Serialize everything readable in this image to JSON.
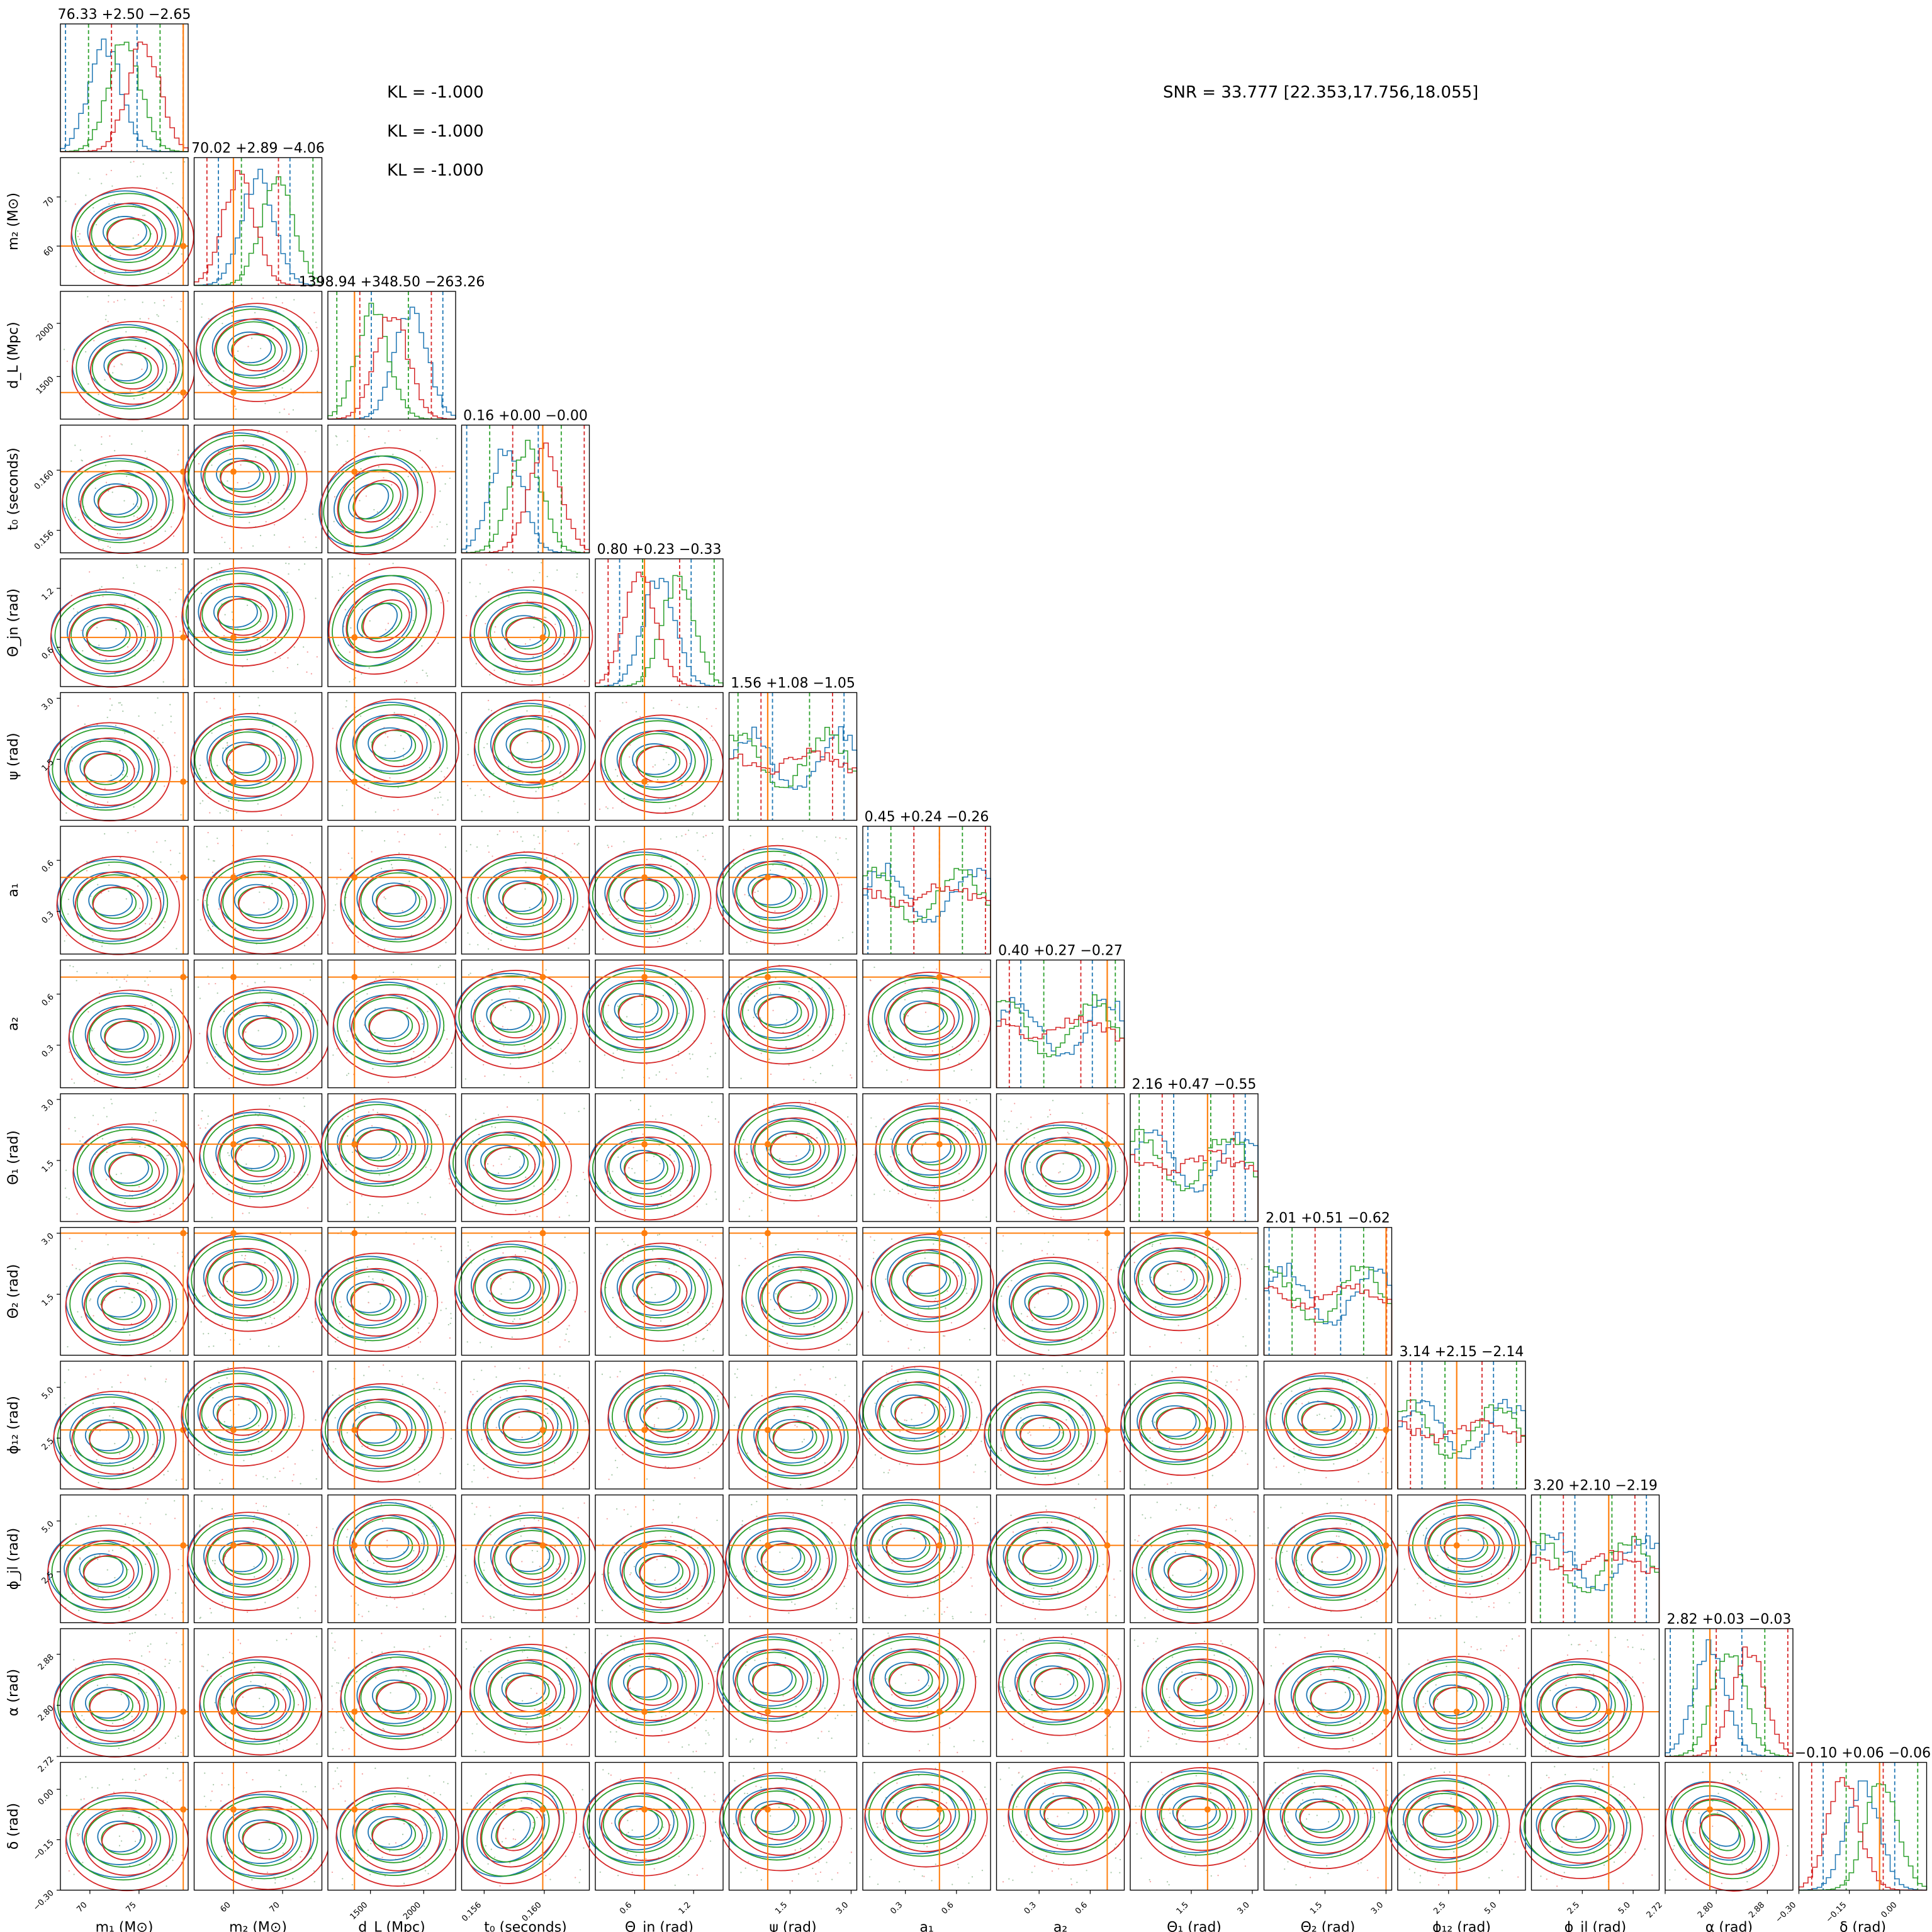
{
  "annotations": {
    "kl": [
      "KL = -1.000",
      "KL = -1.000",
      "KL = -1.000"
    ],
    "snr": "SNR = 33.777 [22.353,17.756,18.055]"
  },
  "colors": {
    "truth": "#ff7f0e",
    "series_blue": "#1f77b4",
    "series_green": "#2ca02c",
    "series_red": "#d62728"
  },
  "chart_data": {
    "type": "corner",
    "grid": false,
    "parameters": [
      {
        "label": "m₁ (M⊙)",
        "title": "76.33 +2.50 −2.65",
        "range": [
          67,
          80
        ],
        "ticks": [
          "70",
          "75"
        ],
        "truth": 79.5
      },
      {
        "label": "m₂ (M⊙)",
        "title": "70.02 +2.89 −4.06",
        "range": [
          52,
          78
        ],
        "ticks": [
          "60",
          "70"
        ],
        "truth": 60
      },
      {
        "label": "d_L (Mpc)",
        "title": "1398.94 +348.50 −263.26",
        "range": [
          1100,
          2300
        ],
        "ticks": [
          "1500",
          "2000"
        ],
        "ycol_ticks": [
          "1500",
          "2000"
        ],
        "truth": 1350
      },
      {
        "label": "t₀ (seconds)",
        "title": "0.16 +0.00 −0.00",
        "range": [
          0.1545,
          0.163
        ],
        "ticks": [
          "0.156",
          "0.160"
        ],
        "truth": 0.1599
      },
      {
        "label": "Θ_jn (rad)",
        "title": "0.80 +0.23 −0.33",
        "range": [
          0.2,
          1.5
        ],
        "ticks": [
          "0.6",
          "1.2"
        ],
        "truth": 0.7
      },
      {
        "label": "ψ (rad)",
        "title": "1.56 +1.08 −1.05",
        "range": [
          0,
          3.14
        ],
        "ticks": [
          "1.5",
          "3.0"
        ],
        "truth": 0.95
      },
      {
        "label": "a₁",
        "title": "0.45 +0.24 −0.26",
        "range": [
          0.05,
          0.8
        ],
        "ticks": [
          "0.3",
          "0.6"
        ],
        "truth": 0.5
      },
      {
        "label": "a₂",
        "title": "0.40 +0.27 −0.27",
        "range": [
          0.05,
          0.8
        ],
        "ticks": [
          "0.3",
          "0.6"
        ],
        "truth": 0.7
      },
      {
        "label": "Θ₁ (rad)",
        "title": "2.16 +0.47 −0.55",
        "range": [
          0,
          3.14
        ],
        "ticks": [
          "1.5",
          "3.0"
        ],
        "truth": 1.9
      },
      {
        "label": "Θ₂ (rad)",
        "title": "2.01 +0.51 −0.62",
        "range": [
          0,
          3.14
        ],
        "ticks": [
          "1.5",
          "3.0"
        ],
        "truth": 3.0
      },
      {
        "label": "ϕ₁₂ (rad)",
        "title": "3.14 +2.15 −2.14",
        "range": [
          0,
          6.28
        ],
        "ticks": [
          "2.5",
          "5.0"
        ],
        "truth": 2.9
      },
      {
        "label": "ϕ_jl (rad)",
        "title": "3.20 +2.10 −2.19",
        "range": [
          0,
          6.28
        ],
        "ticks": [
          "2.5",
          "5.0"
        ],
        "truth": 3.8
      },
      {
        "label": "α (rad)",
        "title": "2.82 +0.03 −0.03",
        "range": [
          2.72,
          2.92
        ],
        "ticks": [
          "2.72",
          "2.80",
          "2.88"
        ],
        "truth": 2.79
      },
      {
        "label": "δ (rad)",
        "title": "−0.10 +0.06 −0.06",
        "range": [
          -0.3,
          0.08
        ],
        "ticks": [
          "−0.30",
          "−0.15",
          "0.00"
        ],
        "truth": -0.06
      }
    ]
  }
}
